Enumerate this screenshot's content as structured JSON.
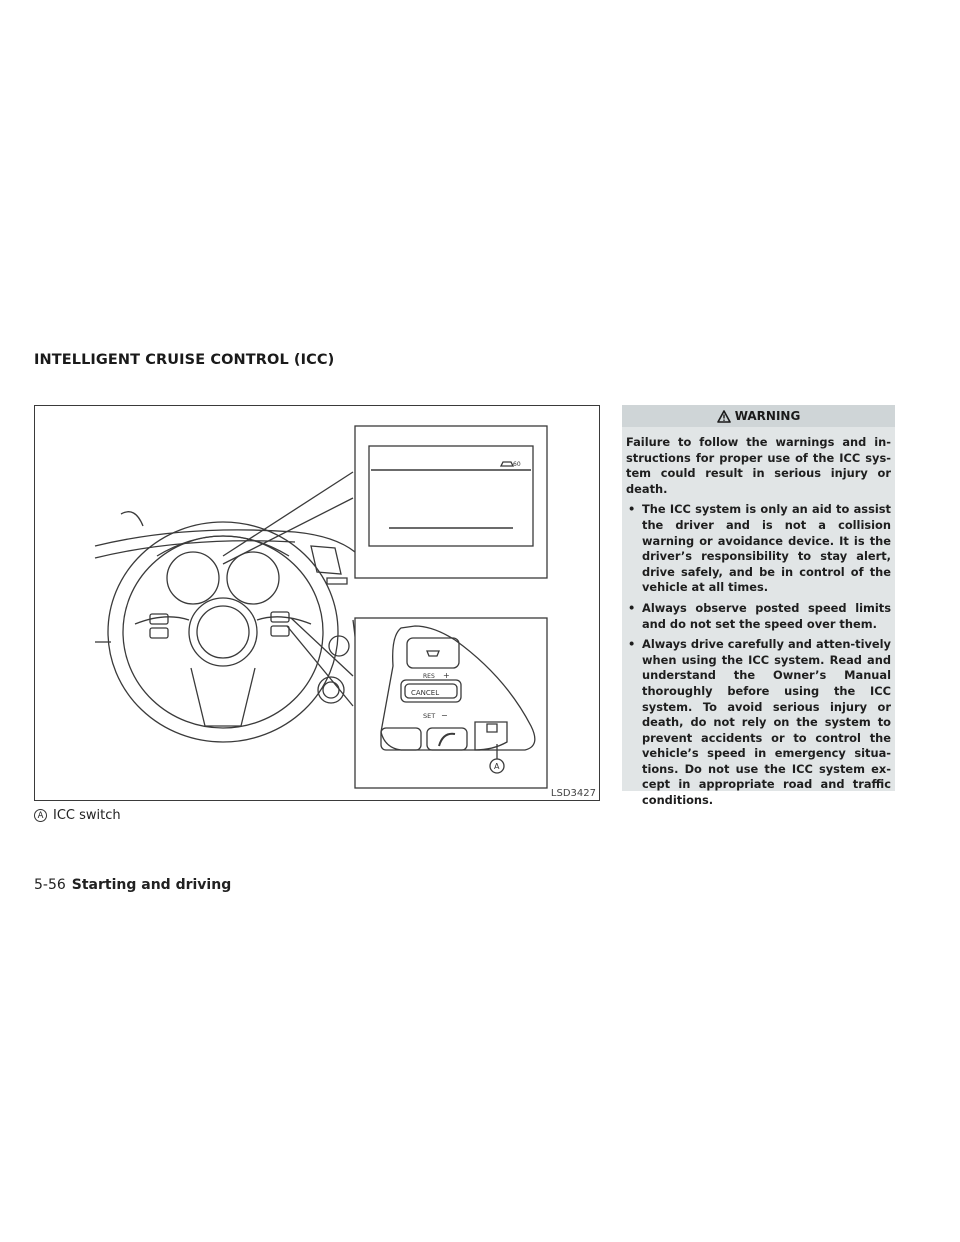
{
  "section_title": "INTELLIGENT CRUISE CONTROL (ICC)",
  "figure": {
    "code": "LSD3427",
    "display_speed": "60",
    "switch_labels": {
      "res": "RES",
      "plus": "+",
      "cancel": "CANCEL",
      "set": "SET",
      "minus": "−",
      "callout": "A"
    }
  },
  "caption": {
    "callout": "A",
    "text": "ICC switch"
  },
  "warning": {
    "title": "WARNING",
    "intro": "Failure to follow the warnings and in-structions for proper use of the ICC sys-tem could result in serious injury or death.",
    "bullets": [
      "The ICC system is only an aid to assist the driver and is not a collision warning or avoidance device. It is the driver’s responsibility to stay alert, drive safely, and be in control of the vehicle at all times.",
      "Always observe posted speed limits and do not set the speed over them.",
      "Always drive carefully and atten-tively when using the ICC system. Read and understand the Owner’s Manual thoroughly before using the ICC system. To avoid serious injury or death, do not rely on the system to prevent accidents or to control the vehicle’s speed in emergency situa-tions. Do not use the ICC system ex-cept in appropriate road and traffic conditions."
    ]
  },
  "footer": {
    "page": "5-56",
    "chapter": "Starting and driving"
  },
  "colors": {
    "warning_bg": "#e1e5e6",
    "warning_header_bg": "#cfd5d7",
    "line": "#3a3a3a"
  }
}
